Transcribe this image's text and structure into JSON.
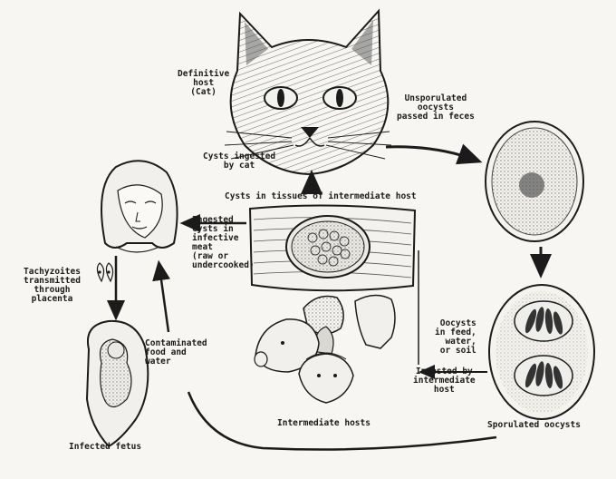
{
  "labels": {
    "definitive_host": "Definitive\nhost\n(Cat)",
    "unsporulated": "Unsporulated\noocysts\npassed in feces",
    "cysts_ingested": "Cysts ingested\nby cat",
    "cysts_in_tissues": "Cysts in tissues of intermediate host",
    "ingested_cysts": "Ingested\ncysts in\ninfective\nmeat\n(raw or\nundercooked)",
    "tachyzoites": "Tachyzoites\ntransmitted\nthrough\nplacenta",
    "oocysts_feed": "Oocysts\nin feed,\nwater,\nor soil",
    "ingested_by_intermediate": "Ingested by\nintermediate\nhost",
    "contaminated": "Contaminated\nfood and\nwater",
    "intermediate_hosts": "Intermediate hosts",
    "sporulated": "Sporulated oocysts",
    "infected_fetus": "Infected fetus"
  },
  "colors": {
    "ink": "#1b1b1b",
    "paper": "#f7f6f2",
    "stipple": "#8a8a8a"
  },
  "icons": [
    "cat-face-icon",
    "woman-head-icon",
    "tachyzoite-icon",
    "fetus-icon",
    "tissue-cyst-icon",
    "farm-animals-icon",
    "unsporulated-oocyst-icon",
    "sporulated-oocyst-icon"
  ]
}
